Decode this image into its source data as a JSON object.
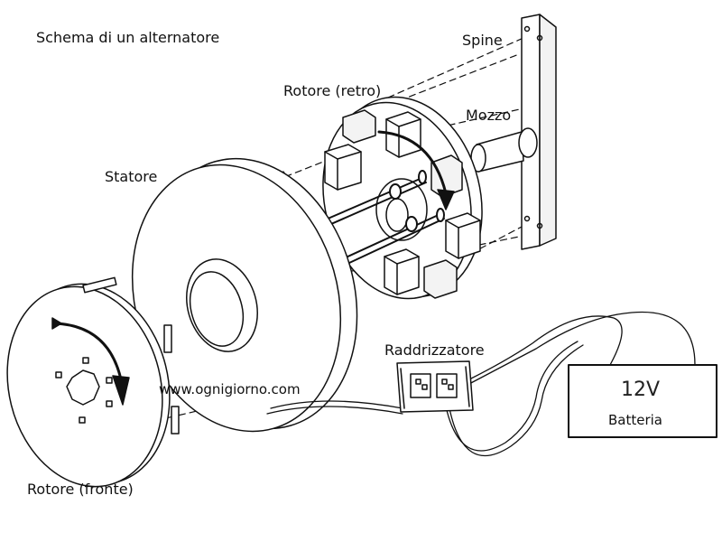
{
  "title": "Schema di un alternatore",
  "labels": {
    "spine": "Spine",
    "rotore_retro": "Rotore (retro)",
    "mozzo": "Mozzo",
    "statore": "Statore",
    "raddrizzatore": "Raddrizzatore",
    "rotore_fronte": "Rotore (fronte)"
  },
  "website": "www.ognigiorno.com",
  "battery": {
    "voltage": "12V",
    "label": "Batteria"
  }
}
